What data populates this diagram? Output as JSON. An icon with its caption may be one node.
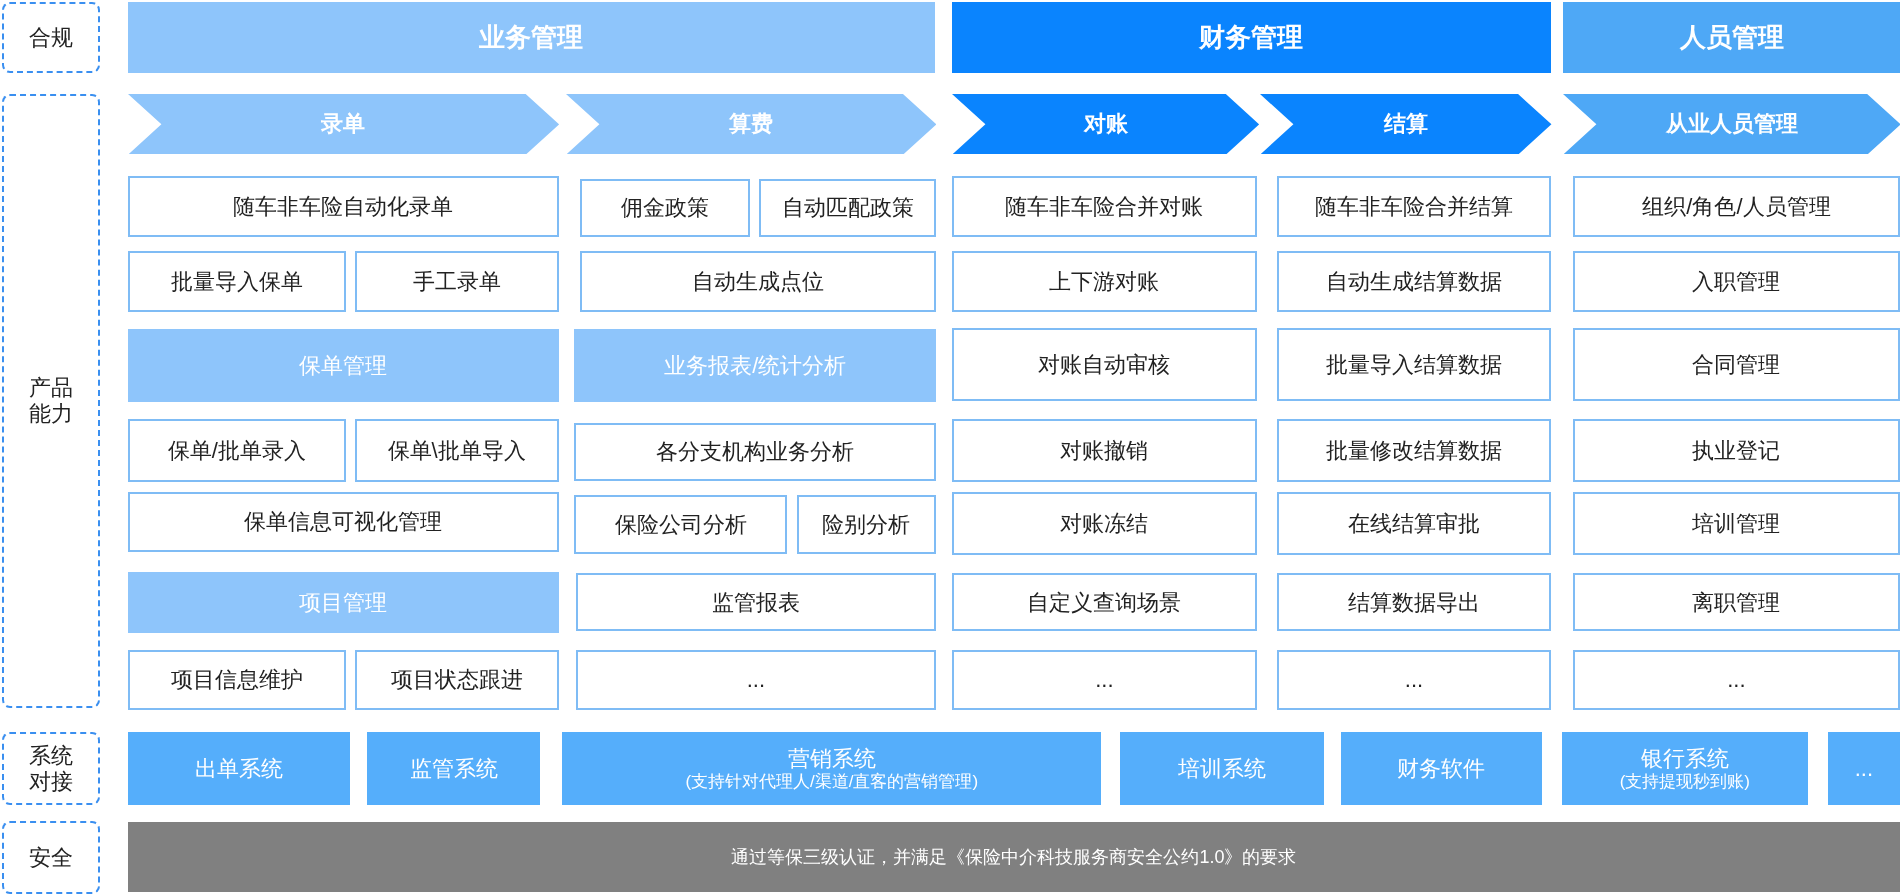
{
  "diagram": {
    "nodes": [
      {
        "text": [
          "合规"
        ]
      },
      {
        "text": [
          "业务管理"
        ]
      },
      {
        "text": [
          "财务管理"
        ]
      },
      {
        "text": [
          "人员管理"
        ]
      },
      {
        "text": [
          "产品能力"
        ]
      },
      {
        "text": [
          "录单"
        ]
      },
      {
        "text": [
          "算费"
        ]
      },
      {
        "text": [
          "对账"
        ]
      },
      {
        "text": [
          "结算"
        ]
      },
      {
        "text": [
          "从业人员管理"
        ]
      },
      {
        "text": [
          "随车非车险自动化录单"
        ]
      },
      {
        "text": [
          "批量导入保单"
        ]
      },
      {
        "text": [
          "手工录单"
        ]
      },
      {
        "text": [
          "保单管理"
        ]
      },
      {
        "text": [
          "保单/批单录入"
        ]
      },
      {
        "text": [
          "保单\\批单导入"
        ]
      },
      {
        "text": [
          "保单信息可视化管理"
        ]
      },
      {
        "text": [
          "项目管理"
        ]
      },
      {
        "text": [
          "项目信息维护"
        ]
      },
      {
        "text": [
          "项目状态跟进"
        ]
      },
      {
        "text": [
          "佣金政策"
        ]
      },
      {
        "text": [
          "自动匹配政策"
        ]
      },
      {
        "text": [
          "自动生成点位"
        ]
      },
      {
        "text": [
          "业务报表/统计分析"
        ]
      },
      {
        "text": [
          "各分支机构业务分析"
        ]
      },
      {
        "text": [
          "保险公司分析"
        ]
      },
      {
        "text": [
          "险别分析"
        ]
      },
      {
        "text": [
          "监管报表"
        ]
      },
      {
        "text": [
          "..."
        ]
      },
      {
        "text": [
          "随车非车险合并对账"
        ]
      },
      {
        "text": [
          "上下游对账"
        ]
      },
      {
        "text": [
          "对账自动审核"
        ]
      },
      {
        "text": [
          "对账撤销"
        ]
      },
      {
        "text": [
          "对账冻结"
        ]
      },
      {
        "text": [
          "自定义查询场景"
        ]
      },
      {
        "text": [
          "..."
        ]
      },
      {
        "text": [
          "随车非车险合并结算"
        ]
      },
      {
        "text": [
          "自动生成结算数据"
        ]
      },
      {
        "text": [
          "批量导入结算数据"
        ]
      },
      {
        "text": [
          "批量修改结算数据"
        ]
      },
      {
        "text": [
          "在线结算审批"
        ]
      },
      {
        "text": [
          "结算数据导出"
        ]
      },
      {
        "text": [
          "..."
        ]
      },
      {
        "text": [
          "组织/角色/人员管理"
        ]
      },
      {
        "text": [
          "入职管理"
        ]
      },
      {
        "text": [
          "合同管理"
        ]
      },
      {
        "text": [
          "执业登记"
        ]
      },
      {
        "text": [
          "培训管理"
        ]
      },
      {
        "text": [
          "离职管理"
        ]
      },
      {
        "text": [
          "..."
        ]
      },
      {
        "text": [
          "系统对接"
        ]
      },
      {
        "text": [
          "出单系统"
        ]
      },
      {
        "text": [
          "监管系统"
        ]
      },
      {
        "text": [
          "营销系统",
          "(支持针对代理人/渠道/直客的营销管理)"
        ]
      },
      {
        "text": [
          "培训系统"
        ]
      },
      {
        "text": [
          "财务软件"
        ]
      },
      {
        "text": [
          "银行系统",
          "(支持提现秒到账)"
        ]
      },
      {
        "text": [
          "..."
        ]
      },
      {
        "text": [
          "安全"
        ]
      },
      {
        "text": [
          "通过等保三级认证，并满足《保险中介科技服务商安全公约1.0》的要求"
        ]
      }
    ],
    "edges": []
  }
}
